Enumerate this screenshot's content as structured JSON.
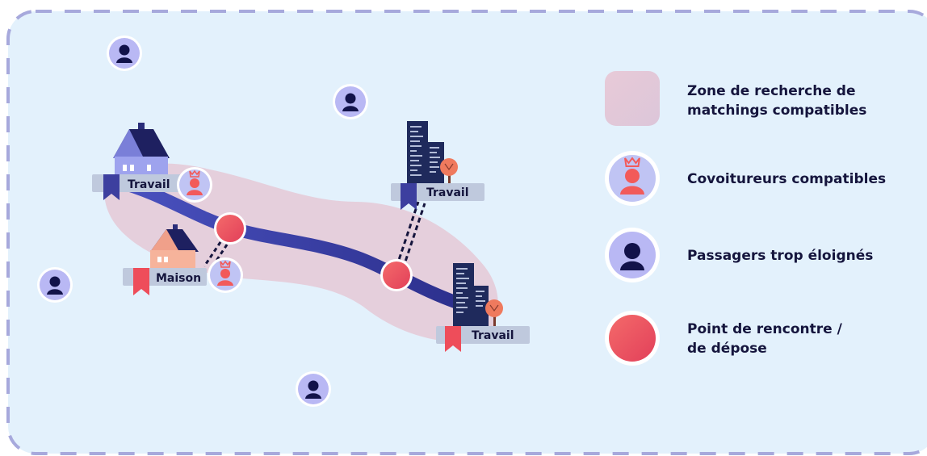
{
  "map": {
    "home_label": "Travail",
    "maison_label": "Maison",
    "work1_label": "Travail",
    "work2_label": "Travail"
  },
  "legend": {
    "zone": "Zone de recherche de matchings compatibles",
    "zone_line1": "Zone de recherche de",
    "zone_line2": "matchings compatibles",
    "compatible": "Covoitureurs compatibles",
    "far": "Passagers trop éloignés",
    "meeting": "Point de rencontre / de dépose",
    "meeting_line1": "Point de rencontre /",
    "meeting_line2": "de dépose"
  },
  "colors": {
    "background": "#e3f1fc",
    "frame_dash": "#a7a9dc",
    "route": "#3f44a8",
    "zone": "#e5c9d6",
    "meeting_point": "#ef5460",
    "passenger_far": "#b9b8f4",
    "passenger_far_body": "#12124a",
    "compatible_bg": "#c0c4f4",
    "compatible_body": "#f25a5a",
    "label_bg": "#bfc9dd",
    "bookmark_blue": "#3d3f9f",
    "bookmark_red": "#ee4d5a"
  },
  "icons": {
    "far_passenger": "person-icon",
    "compatible": "person-crown-icon",
    "meeting": "meeting-point-icon",
    "home": "house-icon",
    "office": "office-building-icon",
    "tree": "tree-icon",
    "bookmark": "bookmark-icon"
  }
}
